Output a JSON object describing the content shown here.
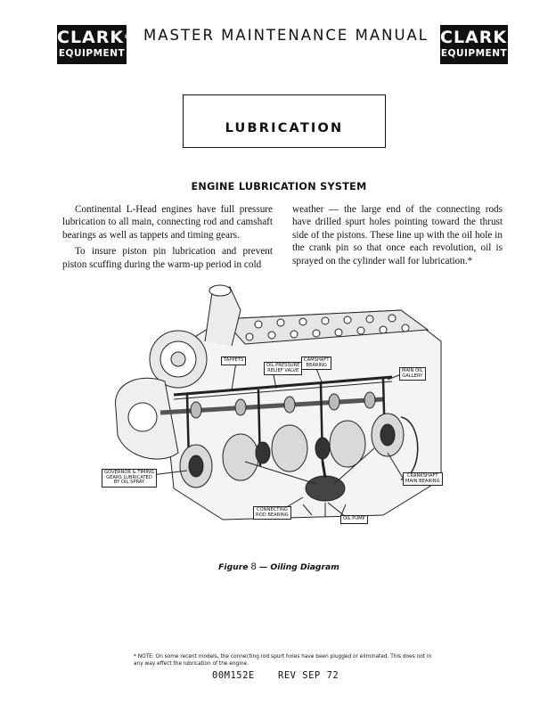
{
  "header": {
    "brand_line1": "CLARK",
    "brand_line2": "EQUIPMENT",
    "manual_title": "MASTER MAINTENANCE MANUAL"
  },
  "section": {
    "title": "LUBRICATION"
  },
  "article": {
    "heading": "ENGINE LUBRICATION SYSTEM",
    "left_paragraphs": [
      "Continental L-Head engines have full pressure lubrication to all main, connecting rod and camshaft bearings as well as tappets and timing gears.",
      "To insure piston pin lubrication and prevent piston scuffing during the warm-up period in cold"
    ],
    "right_paragraphs": [
      "weather — the large end of the connecting rods have drilled spurt holes pointing toward the thrust side of the pistons. These line up with the oil hole in the crank pin so that once each revolution, oil is sprayed on the cylinder wall for lubrication.*"
    ]
  },
  "figure": {
    "callouts": {
      "tappets": "TAPPETS",
      "relief_valve_1": "OIL PRESSURE",
      "relief_valve_2": "RELIEF VALVE",
      "camshaft_1": "CAMSHAFT",
      "camshaft_2": "BEARING",
      "gallery_1": "MAIN OIL",
      "gallery_2": "GALLERY",
      "governor_1": "GOVERNOR & TIMING",
      "governor_2": "GEARS LUBRICATED",
      "governor_3": "BY OIL SPRAY",
      "crankshaft_1": "CRANKSHAFT",
      "crankshaft_2": "MAIN BEARING",
      "conrod_1": "CONNECTING",
      "conrod_2": "ROD BEARING",
      "oil_pump": "OIL PUMP"
    },
    "caption_prefix": "Figure",
    "caption_number": "8",
    "caption_text": "— Oiling Diagram"
  },
  "footer": {
    "note": "* NOTE: On some recent models, the connecting rod spurt holes have been plugged or eliminated. This does not in any way effect the lubrication of the engine.",
    "doc_id": "00M152E",
    "revision": "REV SEP 72"
  }
}
